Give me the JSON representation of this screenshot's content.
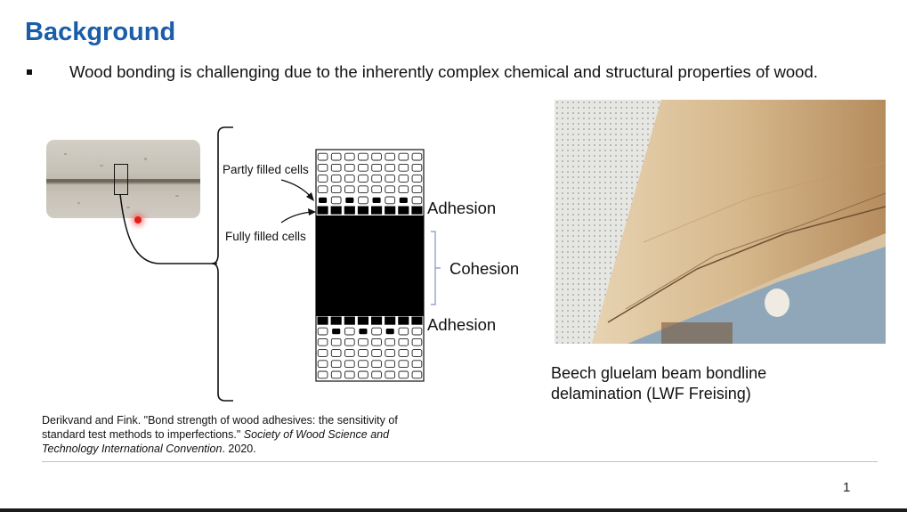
{
  "slide": {
    "title": "Background",
    "bullet": "Wood bonding is challenging due to the inherently complex chemical and structural properties of wood.",
    "page_number": "1"
  },
  "diagram": {
    "label_partly": "Partly filled cells",
    "label_fully": "Fully filled cells",
    "label_adhesion_top": "Adhesion",
    "label_cohesion": "Cohesion",
    "label_adhesion_bottom": "Adhesion"
  },
  "photo": {
    "caption_line1": "Beech gluelam beam bondline",
    "caption_line2": "delamination (LWF Freising)"
  },
  "reference": {
    "authors": "Derikvand and Fink. ",
    "title": "\"Bond strength of wood adhesives: the sensitivity of standard test methods to imperfections.\" ",
    "venue": "Society of Wood Science and Technology International Convention",
    "year": ". 2020."
  },
  "colors": {
    "title": "#1a5ea8",
    "accent_line": "#b9c3d3",
    "cohesion_bracket": "#7f95c4"
  }
}
